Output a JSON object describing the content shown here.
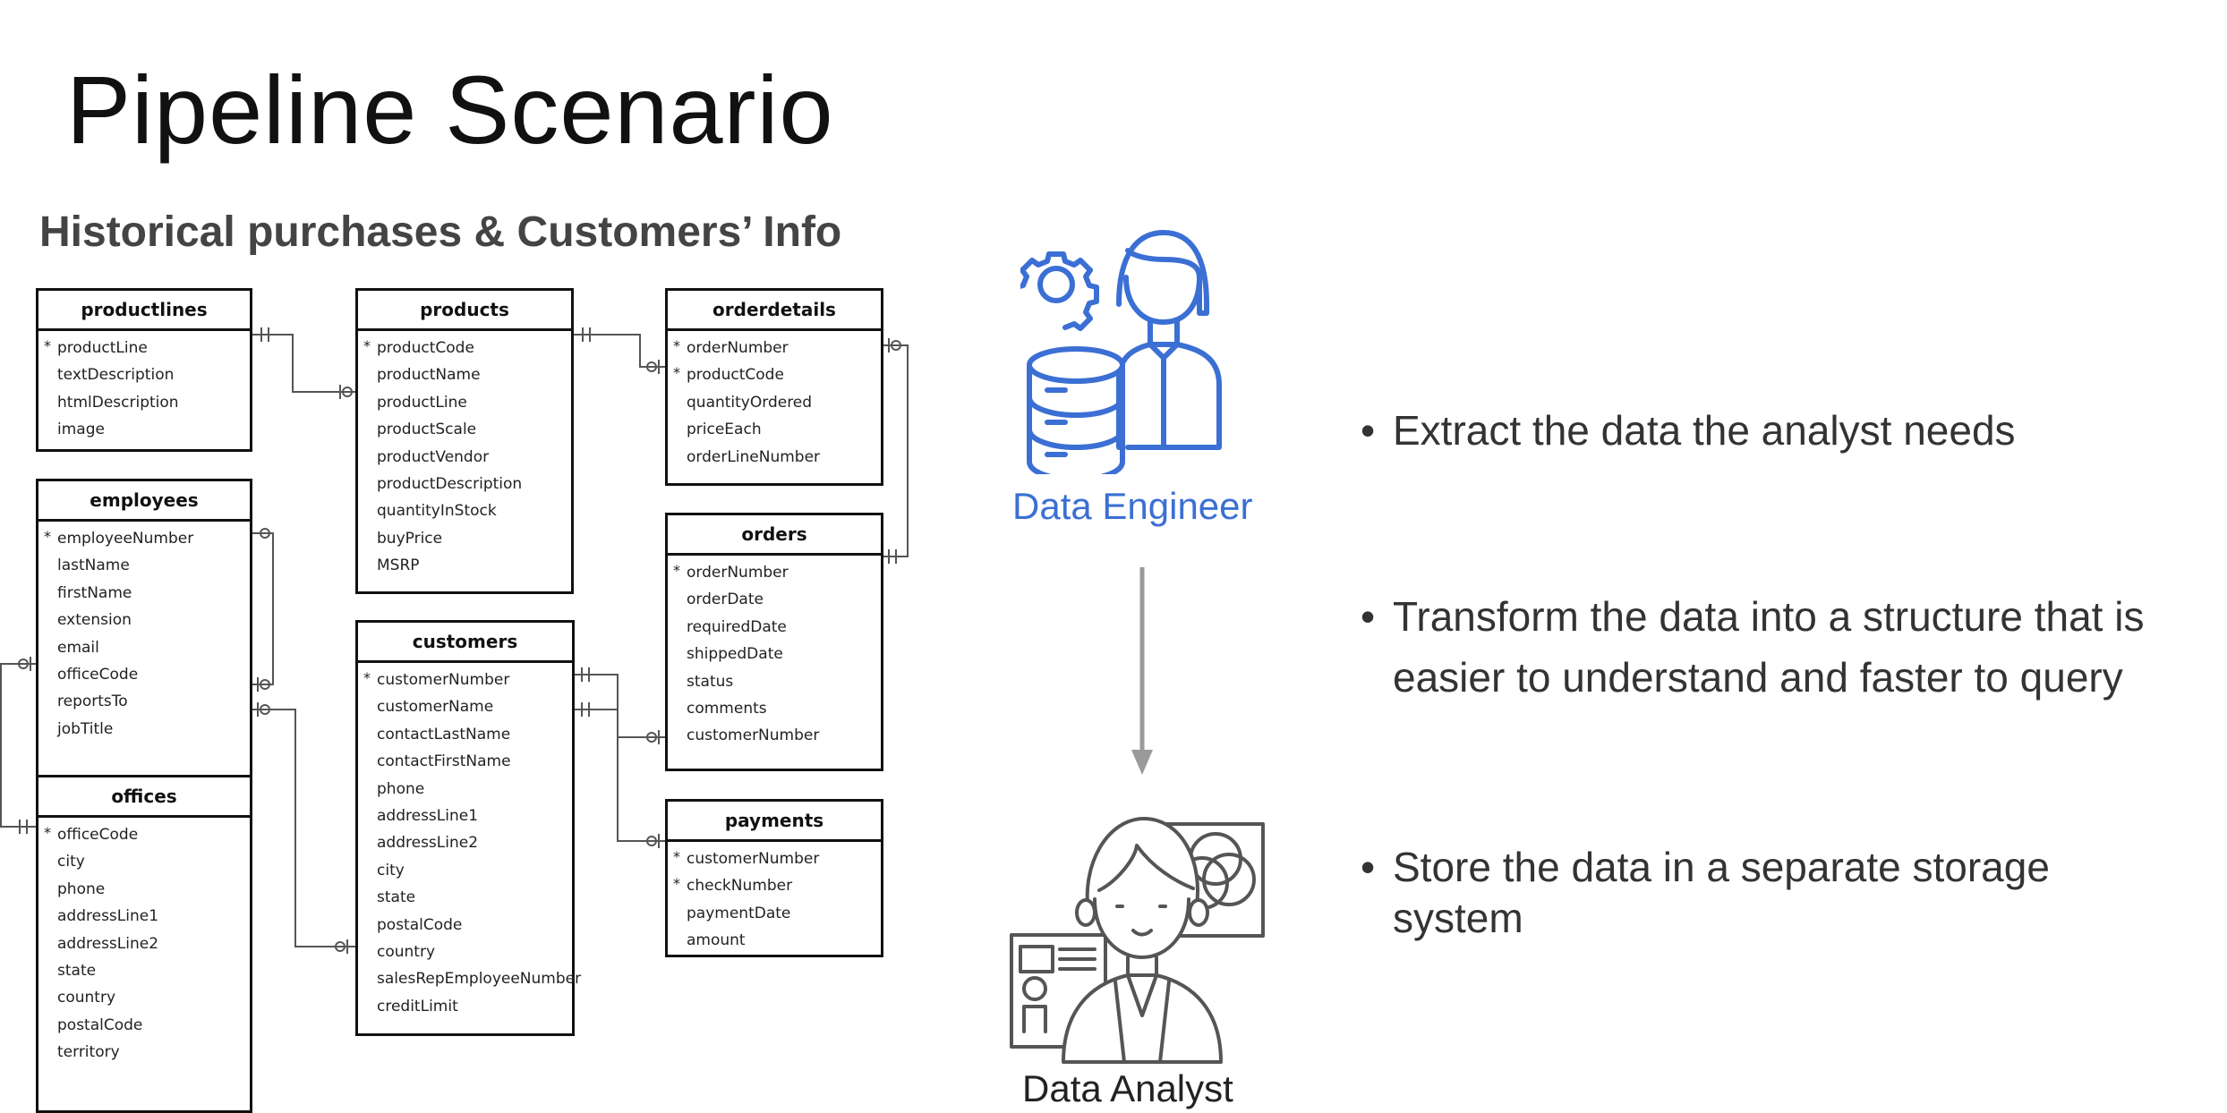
{
  "slide": {
    "title": "Pipeline Scenario",
    "subtitle": "Historical purchases & Customers’ Info"
  },
  "er_tables": [
    {
      "name": "productlines",
      "fields": [
        {
          "name": "productLine",
          "pk": true
        },
        {
          "name": "textDescription",
          "pk": false
        },
        {
          "name": "htmlDescription",
          "pk": false
        },
        {
          "name": "image",
          "pk": false
        }
      ]
    },
    {
      "name": "products",
      "fields": [
        {
          "name": "productCode",
          "pk": true
        },
        {
          "name": "productName",
          "pk": false
        },
        {
          "name": "productLine",
          "pk": false
        },
        {
          "name": "productScale",
          "pk": false
        },
        {
          "name": "productVendor",
          "pk": false
        },
        {
          "name": "productDescription",
          "pk": false
        },
        {
          "name": "quantityInStock",
          "pk": false
        },
        {
          "name": "buyPrice",
          "pk": false
        },
        {
          "name": "MSRP",
          "pk": false
        }
      ]
    },
    {
      "name": "orderdetails",
      "fields": [
        {
          "name": "orderNumber",
          "pk": true
        },
        {
          "name": "productCode",
          "pk": true
        },
        {
          "name": "quantityOrdered",
          "pk": false
        },
        {
          "name": "priceEach",
          "pk": false
        },
        {
          "name": "orderLineNumber",
          "pk": false
        }
      ]
    },
    {
      "name": "employees",
      "fields": [
        {
          "name": "employeeNumber",
          "pk": true
        },
        {
          "name": "lastName",
          "pk": false
        },
        {
          "name": "firstName",
          "pk": false
        },
        {
          "name": "extension",
          "pk": false
        },
        {
          "name": "email",
          "pk": false
        },
        {
          "name": "officeCode",
          "pk": false
        },
        {
          "name": "reportsTo",
          "pk": false
        },
        {
          "name": "jobTitle",
          "pk": false
        }
      ]
    },
    {
      "name": "orders",
      "fields": [
        {
          "name": "orderNumber",
          "pk": true
        },
        {
          "name": "orderDate",
          "pk": false
        },
        {
          "name": "requiredDate",
          "pk": false
        },
        {
          "name": "shippedDate",
          "pk": false
        },
        {
          "name": "status",
          "pk": false
        },
        {
          "name": "comments",
          "pk": false
        },
        {
          "name": "customerNumber",
          "pk": false
        }
      ]
    },
    {
      "name": "customers",
      "fields": [
        {
          "name": "customerNumber",
          "pk": true
        },
        {
          "name": "customerName",
          "pk": false
        },
        {
          "name": "contactLastName",
          "pk": false
        },
        {
          "name": "contactFirstName",
          "pk": false
        },
        {
          "name": "phone",
          "pk": false
        },
        {
          "name": "addressLine1",
          "pk": false
        },
        {
          "name": "addressLine2",
          "pk": false
        },
        {
          "name": "city",
          "pk": false
        },
        {
          "name": "state",
          "pk": false
        },
        {
          "name": "postalCode",
          "pk": false
        },
        {
          "name": "country",
          "pk": false
        },
        {
          "name": "salesRepEmployeeNumber",
          "pk": false
        },
        {
          "name": "creditLimit",
          "pk": false
        }
      ]
    },
    {
      "name": "offices",
      "fields": [
        {
          "name": "officeCode",
          "pk": true
        },
        {
          "name": "city",
          "pk": false
        },
        {
          "name": "phone",
          "pk": false
        },
        {
          "name": "addressLine1",
          "pk": false
        },
        {
          "name": "addressLine2",
          "pk": false
        },
        {
          "name": "state",
          "pk": false
        },
        {
          "name": "country",
          "pk": false
        },
        {
          "name": "postalCode",
          "pk": false
        },
        {
          "name": "territory",
          "pk": false
        }
      ]
    },
    {
      "name": "payments",
      "fields": [
        {
          "name": "customerNumber",
          "pk": true
        },
        {
          "name": "checkNumber",
          "pk": true
        },
        {
          "name": "paymentDate",
          "pk": false
        },
        {
          "name": "amount",
          "pk": false
        }
      ]
    }
  ],
  "roles": {
    "engineer": {
      "label": "Data Engineer",
      "icon": "data-engineer-icon",
      "color": "#3b6fd4"
    },
    "analyst": {
      "label": "Data Analyst",
      "icon": "data-analyst-icon",
      "color": "#555555"
    }
  },
  "bullets": {
    "marker": "•",
    "items": [
      {
        "lines": [
          "Extract the data the analyst needs"
        ]
      },
      {
        "lines": [
          "Transform the data into a structure that is",
          "easier to understand and faster to query"
        ]
      },
      {
        "lines": [
          "Store the data in a separate storage",
          "system"
        ]
      }
    ]
  },
  "colors": {
    "arrow": "#9a9a9a",
    "text": "#333333",
    "engineer_blue": "#3b6fd4"
  }
}
